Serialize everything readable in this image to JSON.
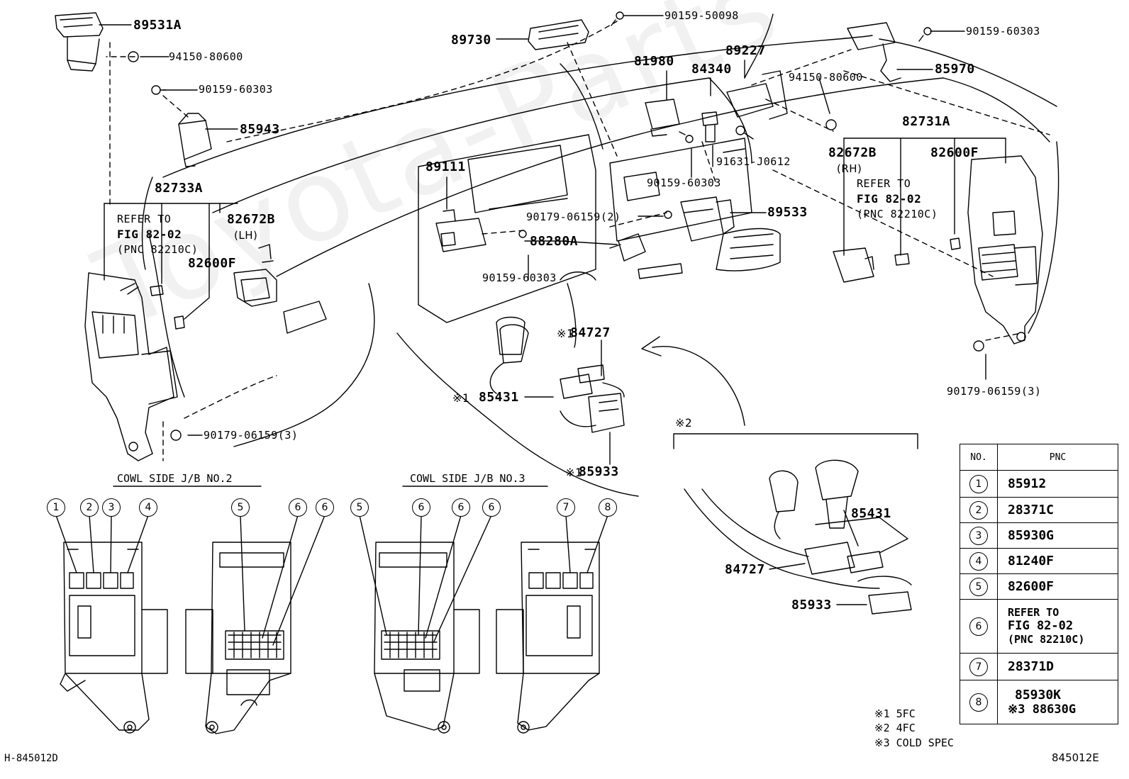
{
  "parts": {
    "p89531A": "89531A",
    "p94150_80600_a": "94150-80600",
    "p90159_60303_a": "90159-60303",
    "p85943": "85943",
    "p82733A": "82733A",
    "p82672B_lh": "82672B",
    "lh": "(LH)",
    "p82600F_a": "82600F",
    "p90179_06159_3a": "90179-06159(3)",
    "p89730": "89730",
    "p90159_50098": "90159-50098",
    "p81980": "81980",
    "p84340": "84340",
    "p89227": "89227",
    "p94150_80600_b": "94150-80600",
    "p90159_60303_c": "90159-60303",
    "p85970": "85970",
    "p82731A": "82731A",
    "p82672B_rh": "82672B",
    "rh": "(RH)",
    "p82600F_b": "82600F",
    "p91631_J0612": "91631-J0612",
    "p90159_60303_d": "90159-60303",
    "p89111": "89111",
    "p90179_06159_2": "90179-06159(2)",
    "p89533": "89533",
    "p88280A": "88280A",
    "p90159_60303_e": "90159-60303",
    "p84727": "84727",
    "p85431": "85431",
    "p85933": "85933",
    "p90179_06159_3b": "90179-06159(3)",
    "p85431_b": "85431",
    "p84727_b": "84727",
    "p85933_b": "85933"
  },
  "marks": {
    "note1": "※1",
    "note2": "※2"
  },
  "refer_left": [
    "REFER TO",
    "FIG 82-02",
    "(PNC 82210C)"
  ],
  "refer_right": [
    "REFER TO",
    "FIG 82-02",
    "(PNC 82210C)"
  ],
  "sections": {
    "jb2": "COWL SIDE J/B NO.2",
    "jb3": "COWL SIDE J/B NO.3"
  },
  "callouts": {
    "c1": "1",
    "c2": "2",
    "c3": "3",
    "c4": "4",
    "c5a": "5",
    "c6a": "6",
    "c6b": "6",
    "c5b": "5",
    "c6c": "6",
    "c6d": "6",
    "c6e": "6",
    "c7": "7",
    "c8": "8"
  },
  "table": {
    "header_no": "NO.",
    "header_pnc": "PNC",
    "rows": [
      {
        "no": "1",
        "pnc": "85912"
      },
      {
        "no": "2",
        "pnc": "28371C"
      },
      {
        "no": "3",
        "pnc": "85930G"
      },
      {
        "no": "4",
        "pnc": "81240F"
      },
      {
        "no": "5",
        "pnc": "82600F"
      },
      {
        "no": "6",
        "pnc_lines": [
          "REFER TO",
          "FIG 82-02",
          "(PNC 82210C)"
        ]
      },
      {
        "no": "7",
        "pnc": "28371D"
      },
      {
        "no": "8",
        "pnc": "85930K",
        "pnc2": "※3 88630G"
      }
    ]
  },
  "notes": [
    "※1 5FC",
    "※2 4FC",
    "※3 COLD SPEC"
  ],
  "footer": {
    "left": "H-845012D",
    "right": "845012E"
  }
}
